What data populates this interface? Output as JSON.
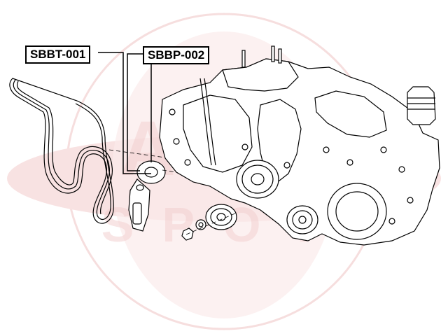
{
  "labels": {
    "belt_part": "SBBT-001",
    "pulley_part": "SBBP-002"
  },
  "watermark": {
    "line1": "ASVA",
    "line2": "SPOT",
    "color": "#f3c7c7"
  },
  "colors": {
    "line": "#000000",
    "background": "#ffffff"
  }
}
